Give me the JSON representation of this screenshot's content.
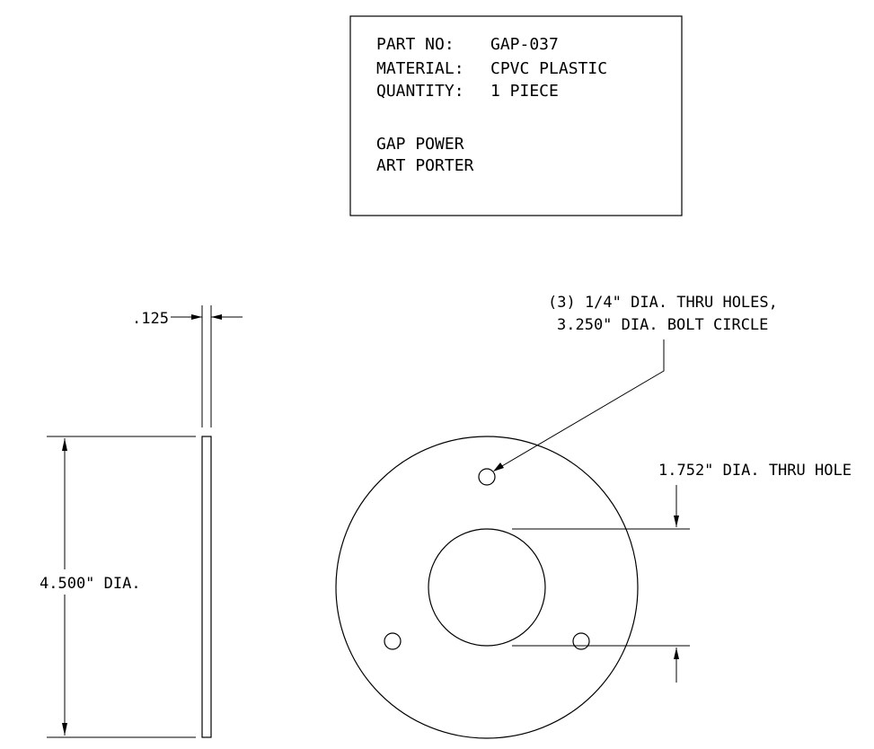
{
  "title_block": {
    "part_no_label": "PART NO:",
    "part_no_value": "GAP-037",
    "material_label": "MATERIAL:",
    "material_value": "CPVC PLASTIC",
    "quantity_label": "QUANTITY:",
    "quantity_value": "1 PIECE",
    "company": "GAP POWER",
    "person": "ART PORTER"
  },
  "dimensions": {
    "thickness": ".125",
    "outer_diameter": "4.500\" DIA.",
    "bolt_holes_line1": "(3) 1/4\" DIA. THRU HOLES,",
    "bolt_holes_line2": "3.250\" DIA. BOLT CIRCLE",
    "center_hole": "1.752\" DIA. THRU HOLE"
  }
}
